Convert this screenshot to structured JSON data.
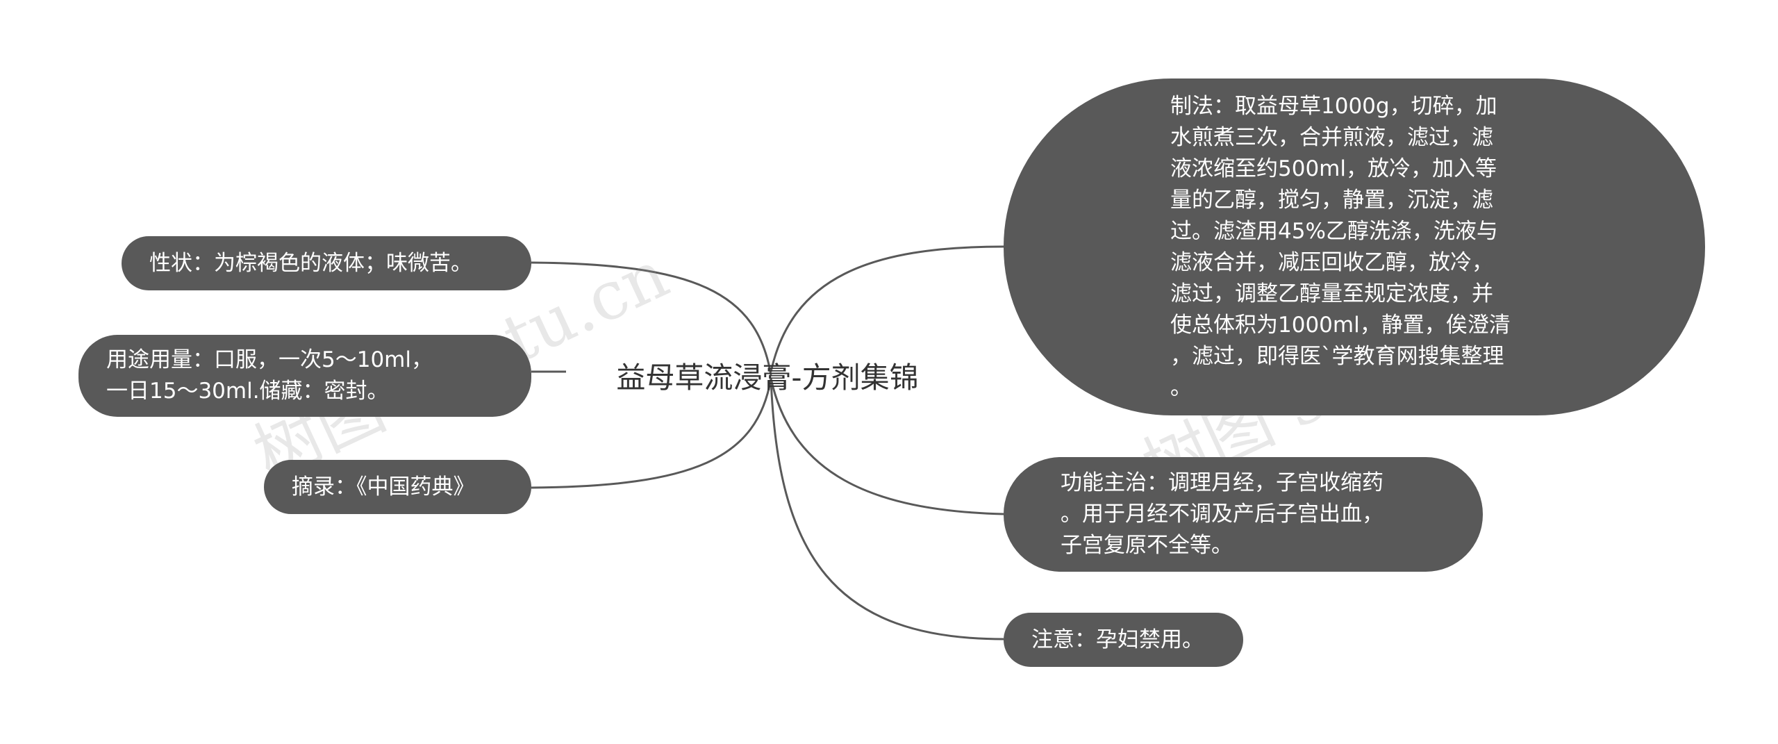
{
  "center": {
    "label": "益母草流浸膏-方剂集锦"
  },
  "left_nodes": [
    {
      "label": "性状：为棕褐色的液体；味微苦。"
    },
    {
      "lines": [
        "用途用量：口服，一次5～10ml，",
        "一日15～30ml.储藏：密封。"
      ]
    },
    {
      "label": "摘录：《中国药典》"
    }
  ],
  "right_nodes": [
    {
      "lines": [
        "制法：取益母草1000g，切碎，加",
        "水煎煮三次，合并煎液，滤过，滤",
        "液浓缩至约500ml，放冷，加入等",
        "量的乙醇，搅匀，静置，沉淀，滤",
        "过。滤渣用45%乙醇洗涤，洗液与",
        "滤液合并，减压回收乙醇，放冷，",
        "滤过，调整乙醇量至规定浓度，并",
        "使总体积为1000ml，静置，俟澄清",
        "，滤过，即得医`学教育网搜集整理",
        "。"
      ]
    },
    {
      "lines": [
        "功能主治：调理月经，子宫收缩药",
        "。用于月经不调及产后子宫出血，",
        "子宫复原不全等。"
      ]
    },
    {
      "label": "注意：孕妇禁用。"
    }
  ],
  "watermarks": [
    "树图 shutu.cn",
    "树图 shutu.cn"
  ],
  "colors": {
    "node_bg": "#595959",
    "node_text": "#ffffff",
    "line": "#595959",
    "center_text": "#333333"
  }
}
